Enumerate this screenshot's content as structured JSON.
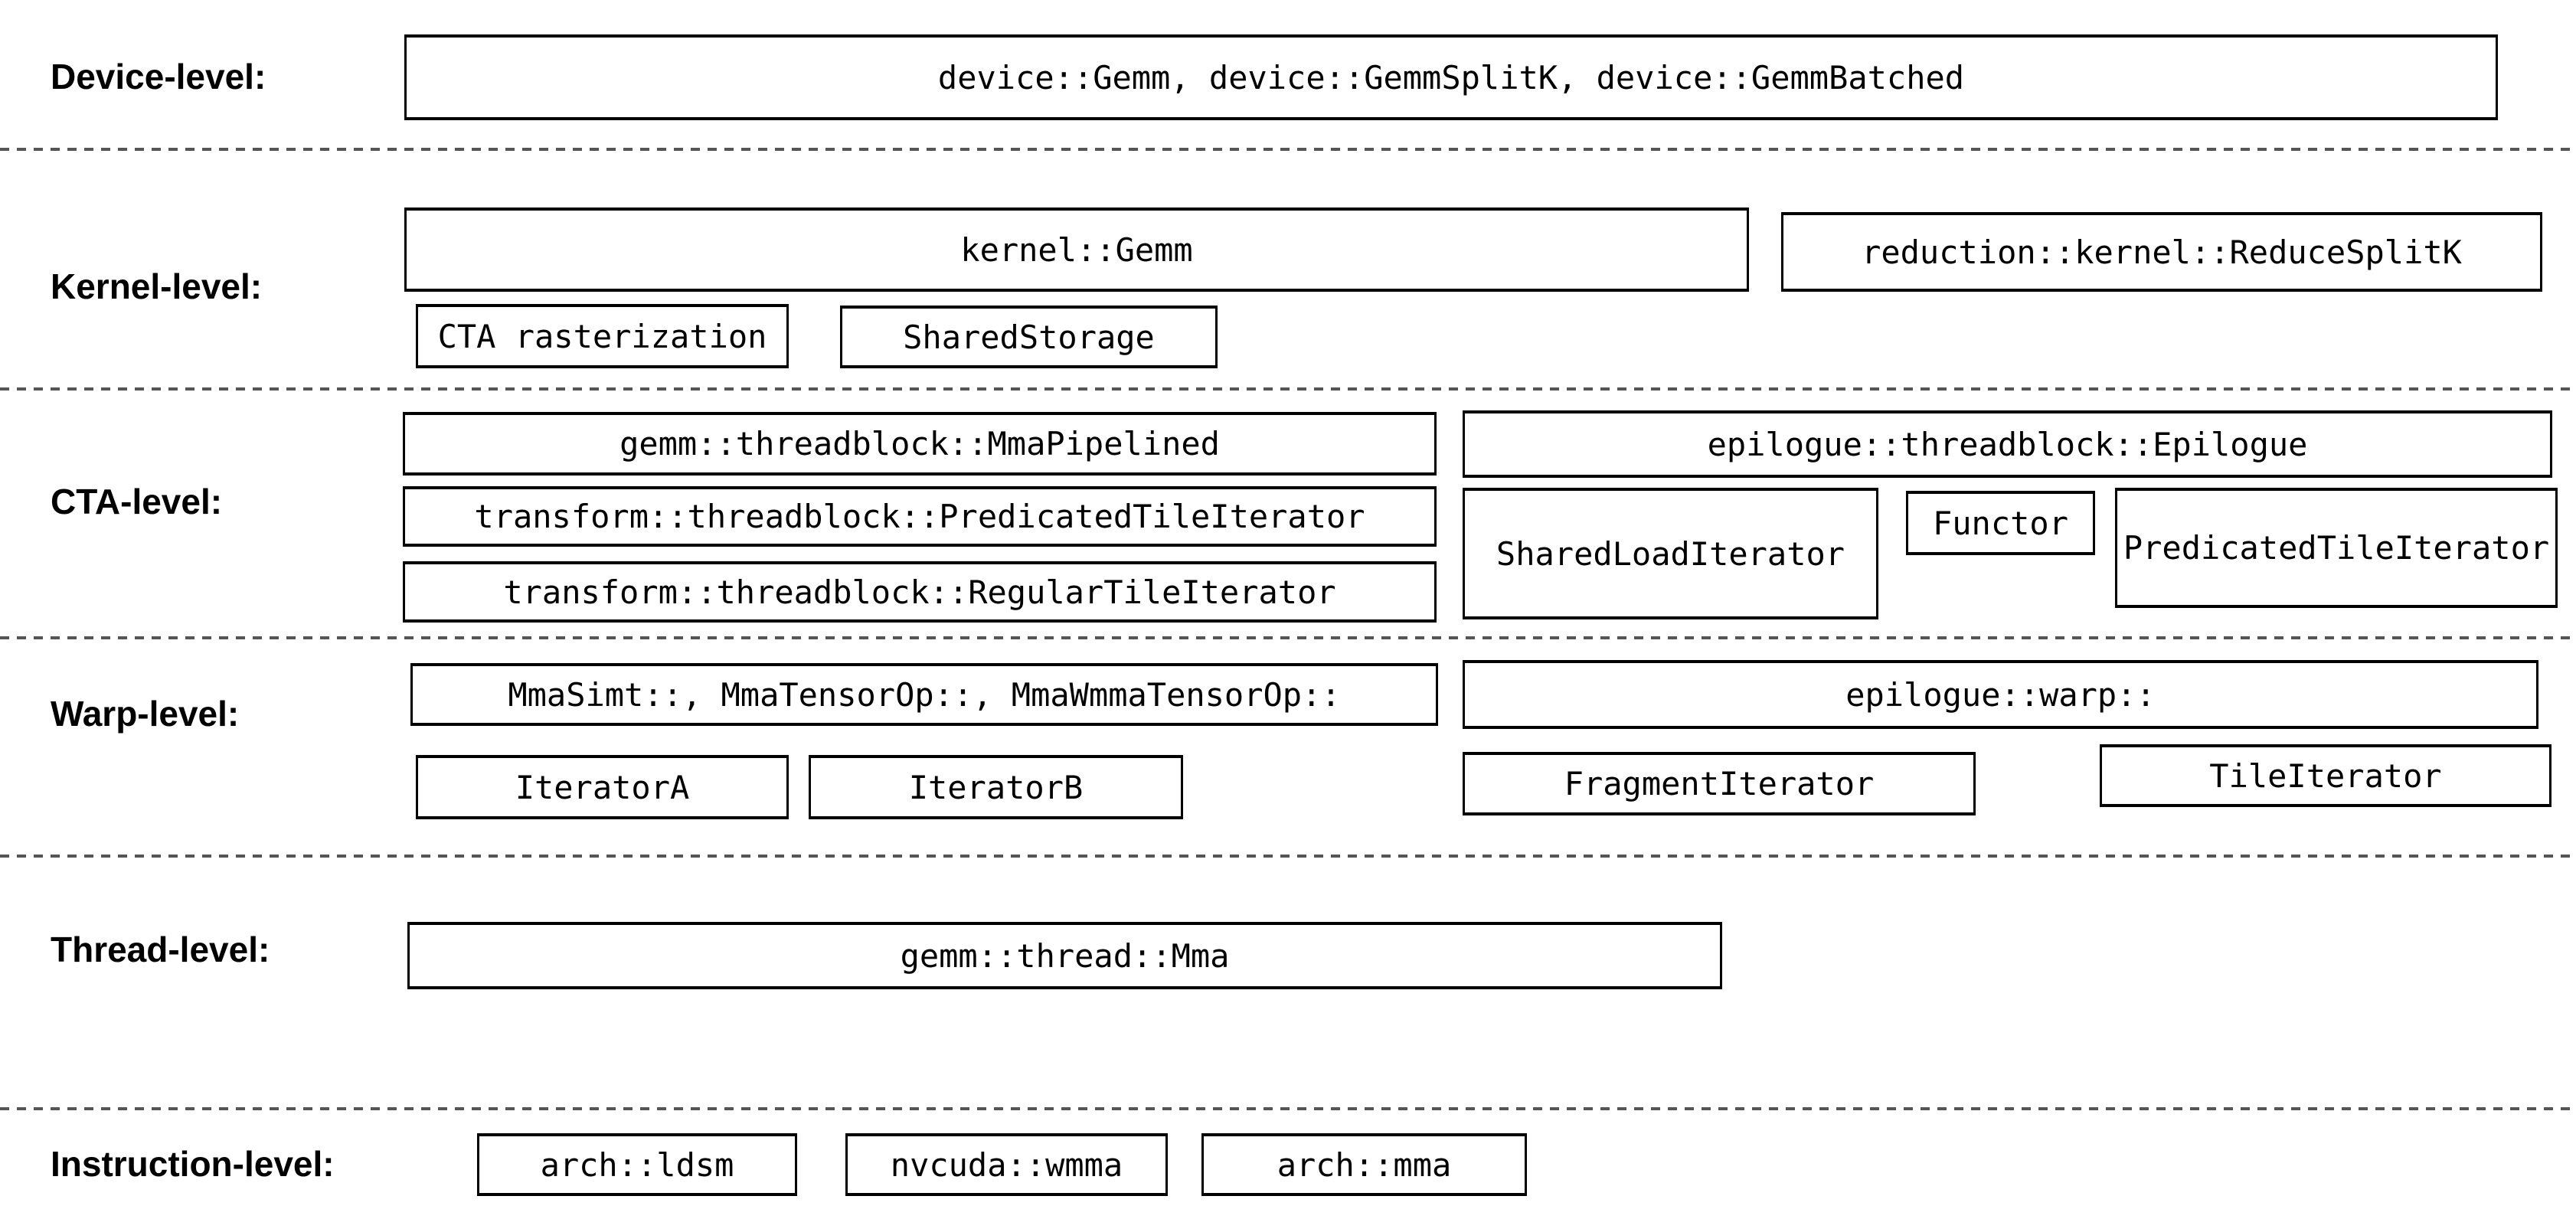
{
  "colors": {
    "background": "#ffffff",
    "box_border": "#000000",
    "text": "#000000",
    "separator": "#555555"
  },
  "levels": {
    "device": {
      "label": "Device-level:",
      "gemm_box": "device::Gemm, device::GemmSplitK, device::GemmBatched"
    },
    "kernel": {
      "label": "Kernel-level:",
      "gemm_box": "kernel::Gemm",
      "reduce_split_k_box": "reduction::kernel::ReduceSplitK",
      "cta_rasterization_box": "CTA rasterization",
      "shared_storage_box": "SharedStorage"
    },
    "cta": {
      "label": "CTA-level:",
      "mma_pipelined_box": "gemm::threadblock::MmaPipelined",
      "predicated_tile_iterator_box": "transform::threadblock::PredicatedTileIterator",
      "regular_tile_iterator_box": "transform::threadblock::RegularTileIterator",
      "epilogue_box": "epilogue::threadblock::Epilogue",
      "shared_load_iterator_box": "SharedLoadIterator",
      "functor_box": "Functor",
      "epilogue_predicated_tile_iterator_box": "PredicatedTileIterator"
    },
    "warp": {
      "label": "Warp-level:",
      "mma_box": "MmaSimt::, MmaTensorOp::, MmaWmmaTensorOp::",
      "epilogue_box": "epilogue::warp::",
      "iterator_a_box": "IteratorA",
      "iterator_b_box": "IteratorB",
      "fragment_iterator_box": "FragmentIterator",
      "tile_iterator_box": "TileIterator"
    },
    "thread": {
      "label": "Thread-level:",
      "mma_box": "gemm::thread::Mma"
    },
    "instruction": {
      "label": "Instruction-level:",
      "ldsm_box": "arch::ldsm",
      "wmma_box": "nvcuda::wmma",
      "mma_box": "arch::mma"
    }
  }
}
